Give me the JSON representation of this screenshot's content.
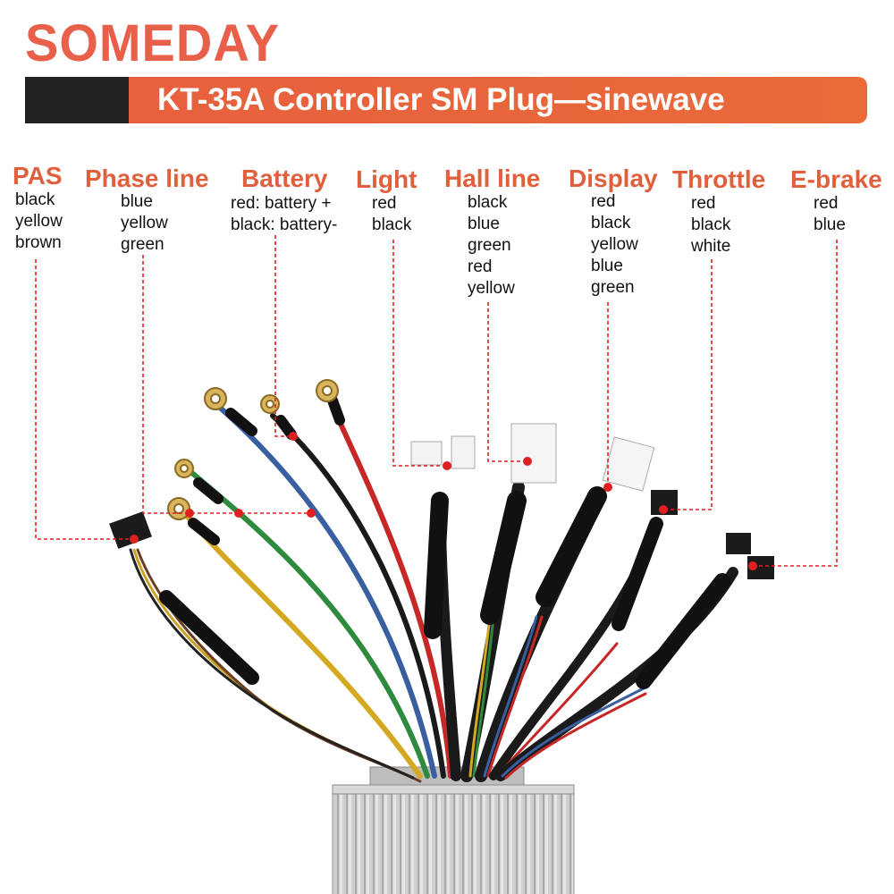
{
  "brand": {
    "logo_text": "SOMEDAY"
  },
  "banner": {
    "title": "KT-35A Controller SM Plug—sinewave"
  },
  "connectors": [
    {
      "name": "PAS",
      "wires": [
        "black",
        "yellow",
        "brown"
      ]
    },
    {
      "name": "Phase line",
      "wires": [
        "blue",
        "yellow",
        "green"
      ]
    },
    {
      "name": "Battery",
      "wires": [
        "red: battery +",
        "black: battery-"
      ]
    },
    {
      "name": "Light",
      "wires": [
        "red",
        "black"
      ]
    },
    {
      "name": "Hall line",
      "wires": [
        "black",
        "blue",
        "green",
        "red",
        "yellow"
      ]
    },
    {
      "name": "Display",
      "wires": [
        "red",
        "black",
        "yellow",
        "blue",
        "green"
      ]
    },
    {
      "name": "Throttle",
      "wires": [
        "red",
        "black",
        "white"
      ]
    },
    {
      "name": "E-brake",
      "wires": [
        "red",
        "blue"
      ]
    }
  ],
  "colors": {
    "accent": "#e0603e",
    "banner_dark": "#222222",
    "leader_red": "#e02020",
    "controller": "#c8c8c8"
  }
}
